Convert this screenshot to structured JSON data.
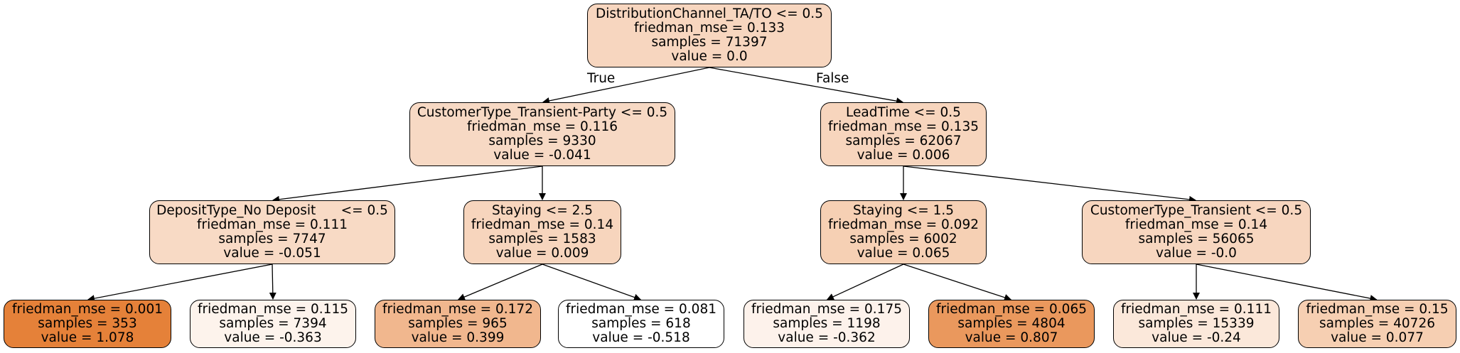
{
  "tree": {
    "edge_labels": {
      "true": "True",
      "false": "False"
    },
    "nodes": [
      {
        "id": "n0",
        "lines": [
          "DistributionChannel_TA/TO <= 0.5",
          "friedman_mse = 0.133",
          "samples = 71397",
          "value = 0.0"
        ],
        "fill": "#f7d6bf"
      },
      {
        "id": "n1",
        "lines": [
          "CustomerType_Transient-Party <= 0.5",
          "friedman_mse = 0.116",
          "samples = 9330",
          "value = -0.041"
        ],
        "fill": "#f7d9c4"
      },
      {
        "id": "n2",
        "lines": [
          "LeadTime <= 0.5",
          "friedman_mse = 0.135",
          "samples = 62067",
          "value = 0.006"
        ],
        "fill": "#f7d5bd"
      },
      {
        "id": "n3",
        "lines": [
          "DepositType_No Deposit      <= 0.5",
          "friedman_mse = 0.111",
          "samples = 7747",
          "value = -0.051"
        ],
        "fill": "#f8dac5"
      },
      {
        "id": "n4",
        "lines": [
          "Staying <= 2.5",
          "friedman_mse = 0.14",
          "samples = 1583",
          "value = 0.009"
        ],
        "fill": "#f7d5bd"
      },
      {
        "id": "n5",
        "lines": [
          "Staying <= 1.5",
          "friedman_mse = 0.092",
          "samples = 6002",
          "value = 0.065"
        ],
        "fill": "#f6d0b4"
      },
      {
        "id": "n6",
        "lines": [
          "CustomerType_Transient <= 0.5",
          "friedman_mse = 0.14",
          "samples = 56065",
          "value = -0.0"
        ],
        "fill": "#f7d6bf"
      },
      {
        "id": "n7",
        "lines": [
          "friedman_mse = 0.001",
          "samples = 353",
          "value = 1.078"
        ],
        "fill": "#e58139"
      },
      {
        "id": "n8",
        "lines": [
          "friedman_mse = 0.115",
          "samples = 7394",
          "value = -0.363"
        ],
        "fill": "#fdf3ec"
      },
      {
        "id": "n9",
        "lines": [
          "friedman_mse = 0.172",
          "samples = 965",
          "value = 0.399"
        ],
        "fill": "#f1b78e"
      },
      {
        "id": "n10",
        "lines": [
          "friedman_mse = 0.081",
          "samples = 618",
          "value = -0.518"
        ],
        "fill": "#ffffff"
      },
      {
        "id": "n11",
        "lines": [
          "friedman_mse = 0.175",
          "samples = 1198",
          "value = -0.362"
        ],
        "fill": "#fdf2eb"
      },
      {
        "id": "n12",
        "lines": [
          "friedman_mse = 0.065",
          "samples = 4804",
          "value = 0.807"
        ],
        "fill": "#ea985d"
      },
      {
        "id": "n13",
        "lines": [
          "friedman_mse = 0.111",
          "samples = 15339",
          "value = -0.24"
        ],
        "fill": "#fbe8da"
      },
      {
        "id": "n14",
        "lines": [
          "friedman_mse = 0.15",
          "samples = 40726",
          "value = 0.077"
        ],
        "fill": "#f6cfb2"
      }
    ],
    "edges": [
      [
        "n0",
        "n1"
      ],
      [
        "n0",
        "n2"
      ],
      [
        "n1",
        "n3"
      ],
      [
        "n1",
        "n4"
      ],
      [
        "n2",
        "n5"
      ],
      [
        "n2",
        "n6"
      ],
      [
        "n3",
        "n7"
      ],
      [
        "n3",
        "n8"
      ],
      [
        "n4",
        "n9"
      ],
      [
        "n4",
        "n10"
      ],
      [
        "n5",
        "n11"
      ],
      [
        "n5",
        "n12"
      ],
      [
        "n6",
        "n13"
      ],
      [
        "n6",
        "n14"
      ]
    ]
  }
}
